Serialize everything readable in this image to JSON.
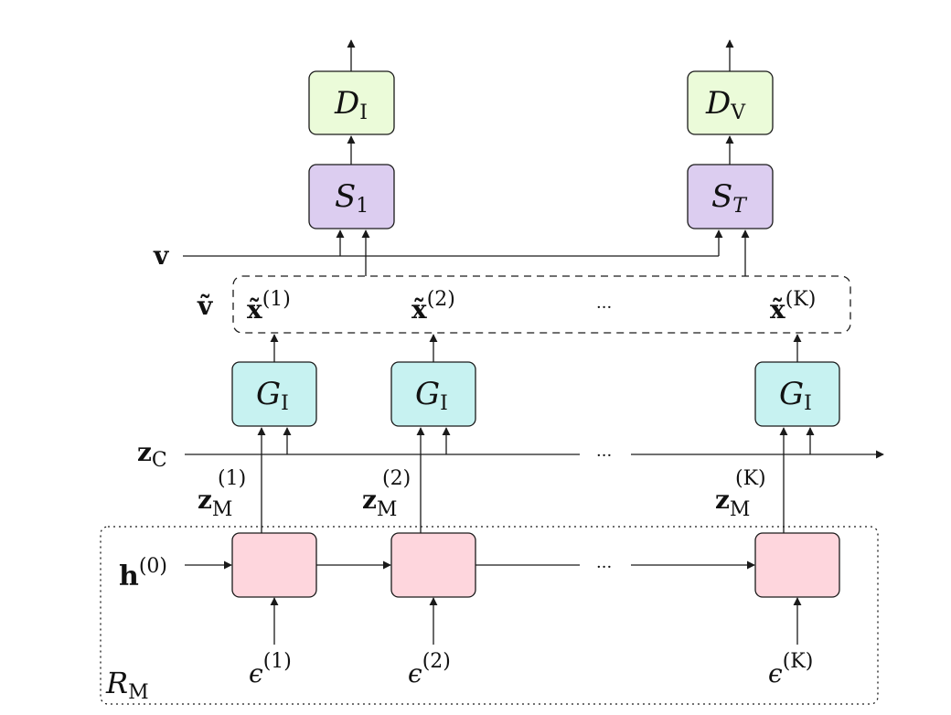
{
  "colors": {
    "discriminator_fill": "#ebfbd9",
    "sampler_fill": "#dccdf0",
    "generator_fill": "#c7f2f1",
    "rnn_fill": "#fed6dd",
    "stroke": "#1a1a1a"
  },
  "discriminators": [
    {
      "main": "D",
      "sub": "I"
    },
    {
      "main": "D",
      "sub": "V"
    }
  ],
  "samplers": [
    {
      "main": "S",
      "sub": "1",
      "sub_italic": false
    },
    {
      "main": "S",
      "sub": "T",
      "sub_italic": true
    }
  ],
  "generators": [
    {
      "main": "G",
      "sub": "I"
    },
    {
      "main": "G",
      "sub": "I"
    },
    {
      "main": "G",
      "sub": "I"
    }
  ],
  "labels": {
    "v": "v",
    "v_tilde": "ṽ",
    "z_c": {
      "main": "z",
      "sub": "C"
    },
    "h0": {
      "main": "h",
      "sup": "(0)"
    },
    "r_m": {
      "main": "R",
      "sub": "M"
    },
    "ellipsis": "···"
  },
  "frames": [
    {
      "main": "x̃",
      "sup": "(1)"
    },
    {
      "main": "x̃",
      "sup": "(2)"
    },
    {
      "main": "x̃",
      "sup": "(K)"
    }
  ],
  "motion_codes": [
    {
      "main": "z",
      "sub": "M",
      "sup": "(1)"
    },
    {
      "main": "z",
      "sub": "M",
      "sup": "(2)"
    },
    {
      "main": "z",
      "sub": "M",
      "sup": "(K)"
    }
  ],
  "noises": [
    {
      "main": "ϵ",
      "sup": "(1)"
    },
    {
      "main": "ϵ",
      "sup": "(2)"
    },
    {
      "main": "ϵ",
      "sup": "(K)"
    }
  ]
}
